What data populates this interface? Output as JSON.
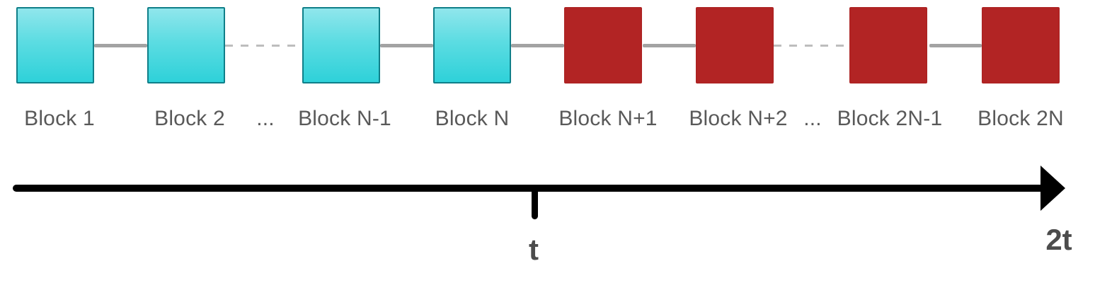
{
  "diagram_title": "blockchain-timeline",
  "blocks": [
    {
      "label": "Block 1",
      "variant": "past"
    },
    {
      "label": "Block 2",
      "variant": "past"
    },
    {
      "label": "Block N-1",
      "variant": "past"
    },
    {
      "label": "Block N",
      "variant": "past"
    },
    {
      "label": "Block N+1",
      "variant": "future"
    },
    {
      "label": "Block N+2",
      "variant": "future"
    },
    {
      "label": "Block 2N-1",
      "variant": "future"
    },
    {
      "label": "Block 2N",
      "variant": "future"
    }
  ],
  "ellipsis": {
    "first": "...",
    "second": "..."
  },
  "timeline": {
    "tick_label": "t",
    "end_label": "2t"
  },
  "colors": {
    "past_block_top": "#90e6ec",
    "past_block_bottom": "#2ed1d9",
    "past_block_border": "#0f7f89",
    "future_block": "#b22424",
    "connector_solid": "#a3a3a3",
    "connector_dashed": "#bdbdbd",
    "label_text": "#595959",
    "timeline_axis": "#000000",
    "timeline_label_text": "#4c4c4c"
  }
}
